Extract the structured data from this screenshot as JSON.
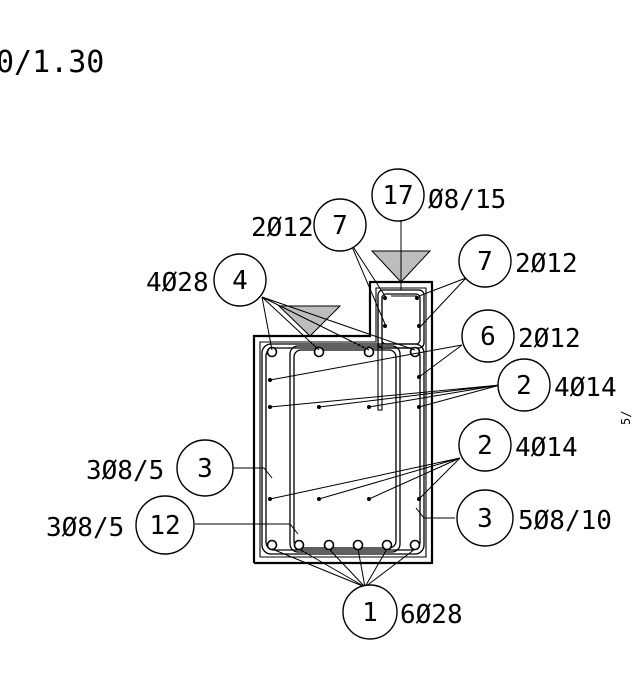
{
  "scale_label": "0/1.30",
  "edge_mark": "5/",
  "callouts": {
    "c17": {
      "num": "17",
      "text": "Ø8/15"
    },
    "c7_left": {
      "num": "7",
      "text": "2Ø12"
    },
    "c7_right": {
      "num": "7",
      "text": "2Ø12"
    },
    "c4": {
      "num": "4",
      "text": "4Ø28"
    },
    "c6": {
      "num": "6",
      "text": "2Ø12"
    },
    "c2_top": {
      "num": "2",
      "text": "4Ø14"
    },
    "c2_bottom": {
      "num": "2",
      "text": "4Ø14"
    },
    "c3_left": {
      "num": "3",
      "text": "3Ø8/5"
    },
    "c12": {
      "num": "12",
      "text": "3Ø8/5"
    },
    "c3_right": {
      "num": "3",
      "text": "5Ø8/10"
    },
    "c1": {
      "num": "1",
      "text": "6Ø28"
    }
  }
}
